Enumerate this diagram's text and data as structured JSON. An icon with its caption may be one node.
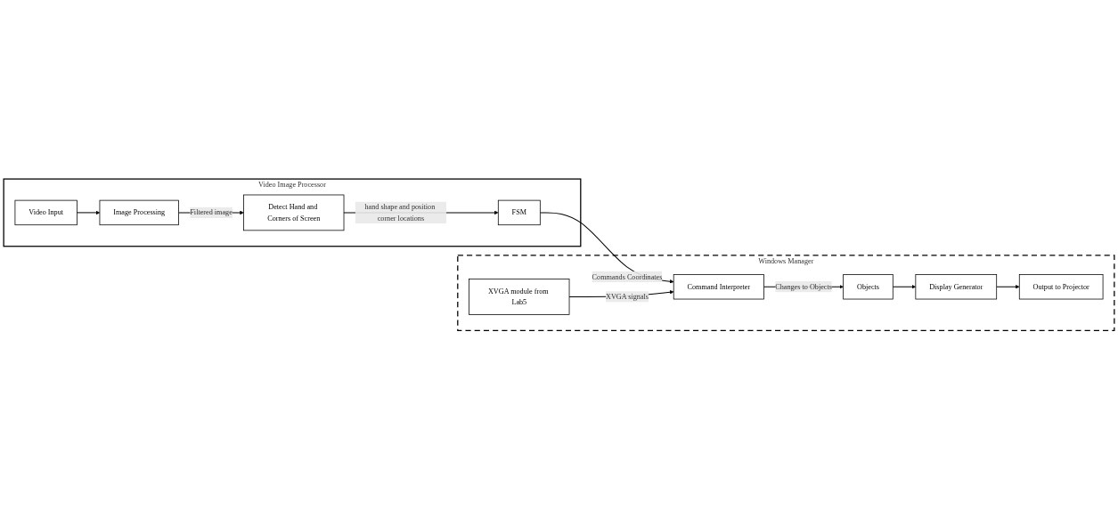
{
  "diagram": {
    "nodes": [
      {
        "text": [
          "Video Image Processor"
        ]
      },
      {
        "text": [
          "Video Input"
        ],
        "in": 0
      },
      {
        "text": [
          "Image Processing"
        ],
        "in": 0
      },
      {
        "text": [
          "Detect Hand and Corners of Screen"
        ],
        "in": 0
      },
      {
        "text": [
          "FSM"
        ],
        "in": 0
      },
      {
        "text": [
          "Windows Manager"
        ]
      },
      {
        "text": [
          "Output to Projector"
        ],
        "in": 5
      },
      {
        "text": [
          "Display Generator"
        ],
        "in": 5
      },
      {
        "text": [
          "Objects"
        ],
        "in": 5
      },
      {
        "text": [
          "Command Interpreter"
        ],
        "in": 5
      },
      {
        "text": [
          "XVGA module from Lab5"
        ],
        "in": 5
      }
    ],
    "edges": [
      {
        "from": 1,
        "to": 2,
        "arrow": "to"
      },
      {
        "from": 2,
        "to": 3,
        "arrow": "to",
        "label": "Filtered image"
      },
      {
        "from": 3,
        "to": 4,
        "arrow": "to",
        "label": "hand shape and position corner locations"
      },
      {
        "from": 4,
        "to": 9,
        "arrow": "to",
        "label": "Commands Coordinates"
      },
      {
        "from": 10,
        "to": 9,
        "arrow": "to",
        "label": "XVGA signals"
      },
      {
        "from": 9,
        "to": 8,
        "arrow": "to",
        "label": "Changes to Objects"
      },
      {
        "from": 8,
        "to": 7,
        "arrow": "to"
      },
      {
        "from": 7,
        "to": 6,
        "arrow": "to"
      }
    ]
  }
}
